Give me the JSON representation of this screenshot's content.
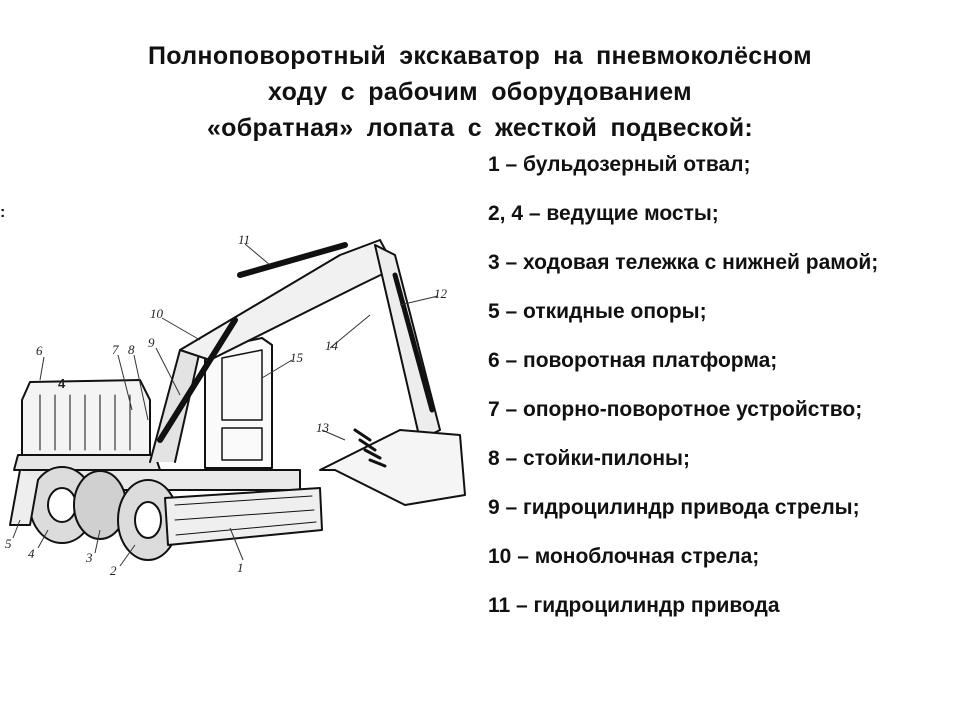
{
  "title": {
    "line1": "Полноповоротный экскаватор на пневмоколёсном",
    "line2": "ходу с рабочим оборудованием",
    "line3": "«обратная» лопата с жесткой подвеской:"
  },
  "stray_mark": ":",
  "legend": [
    "1 – бульдозерный отвал;",
    "2, 4 – ведущие мосты;",
    "3 – ходовая тележка с нижней рамой;",
    "5 – откидные опоры;",
    "6 – поворотная платформа;",
    "7 – опорно-поворотное устройство;",
    "8 – стойки-пилоны;",
    "9 – гидроцилиндр привода стрелы;",
    "10 – моноблочная стрела;",
    "11 – гидроцилиндр привода"
  ],
  "diagram": {
    "callouts": [
      "1",
      "2",
      "3",
      "4",
      "5",
      "6",
      "7",
      "8",
      "9",
      "10",
      "11",
      "12",
      "13",
      "14",
      "15"
    ],
    "cab_number": "4"
  }
}
